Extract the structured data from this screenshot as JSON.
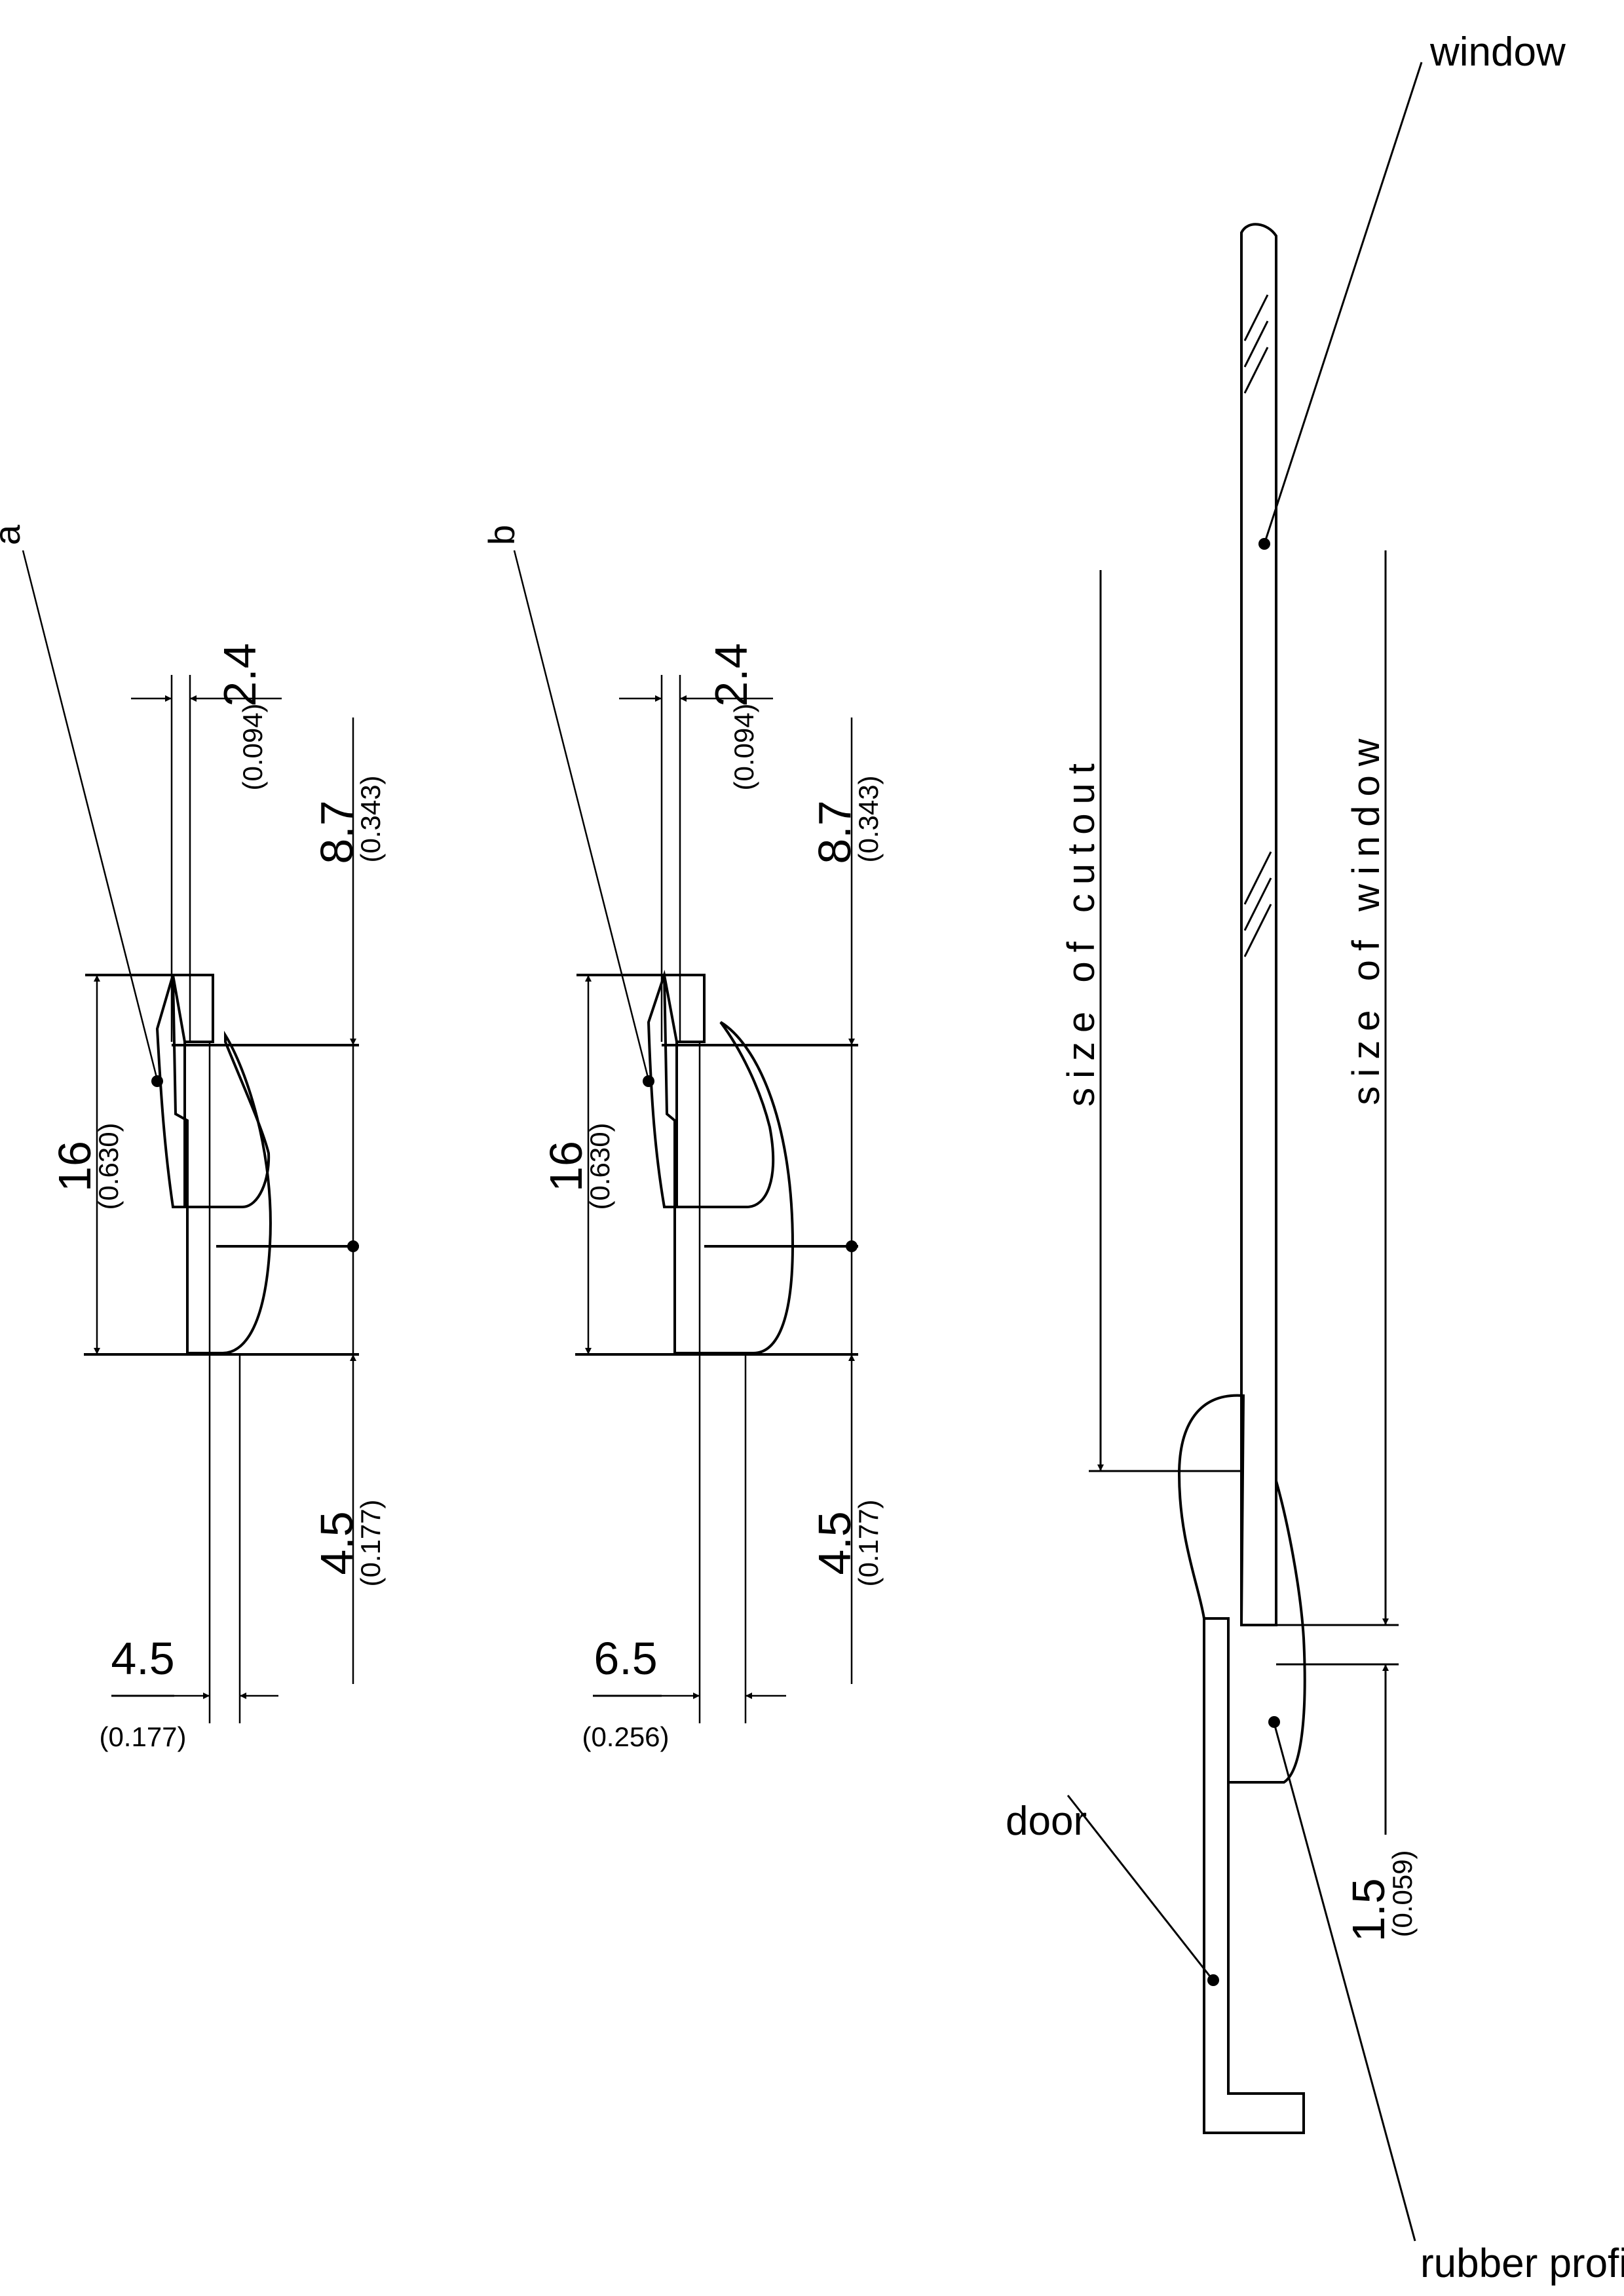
{
  "colors": {
    "line": "#000000",
    "background": "#ffffff"
  },
  "profile_a": {
    "label": "a",
    "dim_lip_width": "2.4",
    "dim_lip_width_in": "(0.094)",
    "dim_groove_depth": "8.7",
    "dim_groove_depth_in": "(0.343)",
    "dim_height": "16",
    "dim_height_in": "(0.630)",
    "dim_base": "4.5",
    "dim_base_in": "(0.177)",
    "dim_bottom_width": "4.5",
    "dim_bottom_width_in": "(0.177)"
  },
  "profile_b": {
    "label": "b",
    "dim_lip_width": "2.4",
    "dim_lip_width_in": "(0.094)",
    "dim_groove_depth": "8.7",
    "dim_groove_depth_in": "(0.343)",
    "dim_height": "16",
    "dim_height_in": "(0.630)",
    "dim_base": "4.5",
    "dim_base_in": "(0.177)",
    "dim_bottom_width": "6.5",
    "dim_bottom_width_in": "(0.256)"
  },
  "assembly": {
    "window_label": "window",
    "cutout_label": "size of cutout",
    "window_size_label": "size of window",
    "door_label": "door",
    "rubber_label": "rubber profile",
    "dim_gap": "1.5",
    "dim_gap_in": "(0.059)"
  }
}
